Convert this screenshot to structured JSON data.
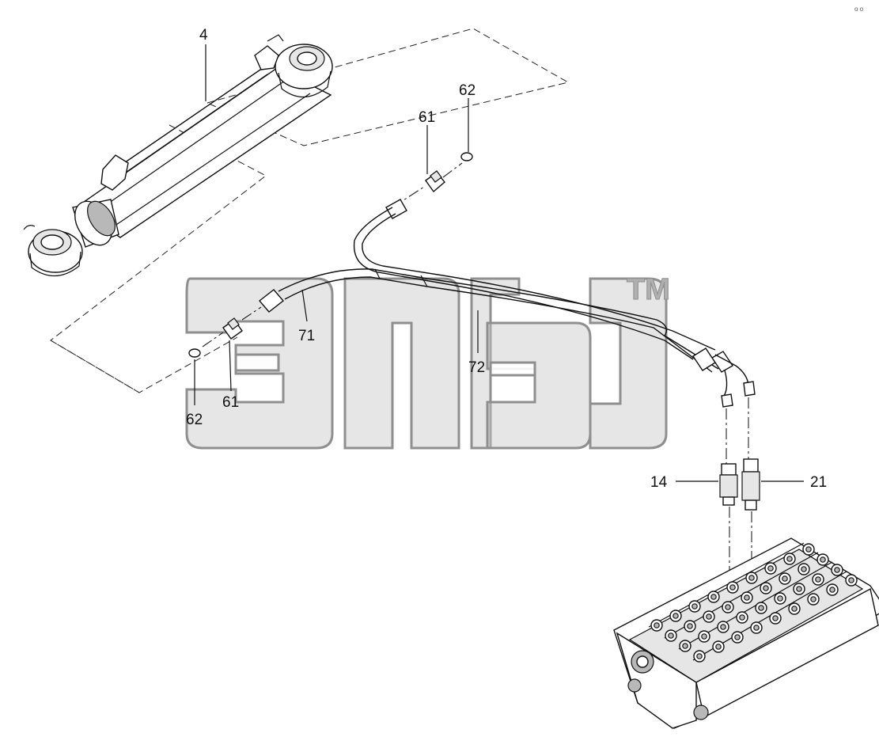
{
  "colors": {
    "line": "#111111",
    "watermark": "#8f8f8f",
    "watermark_fill": "#c8c8c8",
    "shade": "#b8b8b8"
  },
  "labels": {
    "cylinder": "4",
    "fitting_upper": "61",
    "oring_upper": "62",
    "hose_1": "71",
    "hose_2": "72",
    "fitting_lower": "61",
    "oring_lower": "62",
    "adapter_left": "14",
    "adapter_right": "21"
  },
  "watermark": {
    "tm": "TM"
  },
  "corner_mark": "o o"
}
